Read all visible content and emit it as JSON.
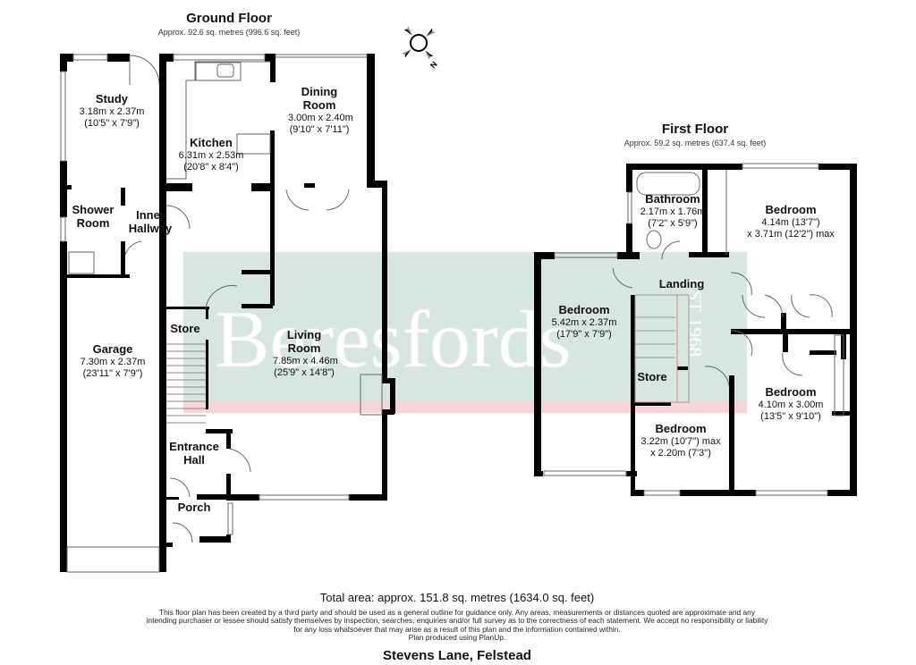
{
  "ground_floor": {
    "title": "Ground Floor",
    "area": "Approx. 92.6 sq. metres (996.6 sq. feet)",
    "rooms": [
      {
        "name": "Study",
        "dims": [
          "3.18m x 2.37m",
          "(10'5\" x 7'9\")"
        ]
      },
      {
        "name": "Kitchen",
        "dims": [
          "6.31m x 2.53m",
          "(20'8\" x 8'4\")"
        ]
      },
      {
        "name": "Dining Room",
        "dims": [
          "3.00m x 2.40m",
          "(9'10\" x 7'11\")"
        ]
      },
      {
        "name": "Shower Room",
        "dims": []
      },
      {
        "name": "Inner Hallway",
        "dims": []
      },
      {
        "name": "Store",
        "dims": []
      },
      {
        "name": "Garage",
        "dims": [
          "7.30m x 2.37m",
          "(23'11\" x 7'9\")"
        ]
      },
      {
        "name": "Living Room",
        "dims": [
          "7.85m x 4.46m",
          "(25'9\" x 14'8\")"
        ]
      },
      {
        "name": "Entrance Hall",
        "dims": []
      },
      {
        "name": "Porch",
        "dims": []
      }
    ]
  },
  "first_floor": {
    "title": "First Floor",
    "area": "Approx. 59.2 sq. metres (637.4 sq. feet)",
    "rooms": [
      {
        "name": "Bathroom",
        "dims": [
          "2.17m x 1.76m",
          "(7'2\" x 5'9\")"
        ]
      },
      {
        "name": "Bedroom",
        "dims": [
          "4.14m (13'7\")",
          "x 3.71m (12'2\") max"
        ]
      },
      {
        "name": "Landing",
        "dims": []
      },
      {
        "name": "Bedroom",
        "dims": [
          "5.42m x 2.37m",
          "(17'9\" x 7'9\")"
        ]
      },
      {
        "name": "Store",
        "dims": []
      },
      {
        "name": "Bedroom",
        "dims": [
          "4.10m x 3.00m",
          "(13'5\" x 9'10\")"
        ]
      },
      {
        "name": "Bedroom",
        "dims": [
          "3.22m (10'7\") max",
          "x 2.20m (7'3\")"
        ]
      }
    ]
  },
  "compass": {
    "label": "N",
    "icon": "compass-icon"
  },
  "watermark": {
    "brand": "Beresfords",
    "est": "EST 1968",
    "band_color": "#d7e6df",
    "stripe_color": "#f7d4d6"
  },
  "footer": {
    "total": "Total area: approx. 151.8 sq. metres (1634.0 sq. feet)",
    "disclaimer": "This floor plan has been created by a third party and should be used as a general outline for guidance only. Any areas, measurements or distances quoted are approximate and any intending purchaser or lessee should satisfy themselves by inspection, searches, enquiries and/or full survey as to the correctness of each statement. We accept no responsibility or liability for any loss whatsoever that may arise as a result of this plan and the information contained within.",
    "produced": "Plan produced using PlanUp.",
    "address": "Stevens Lane, Felstead"
  }
}
